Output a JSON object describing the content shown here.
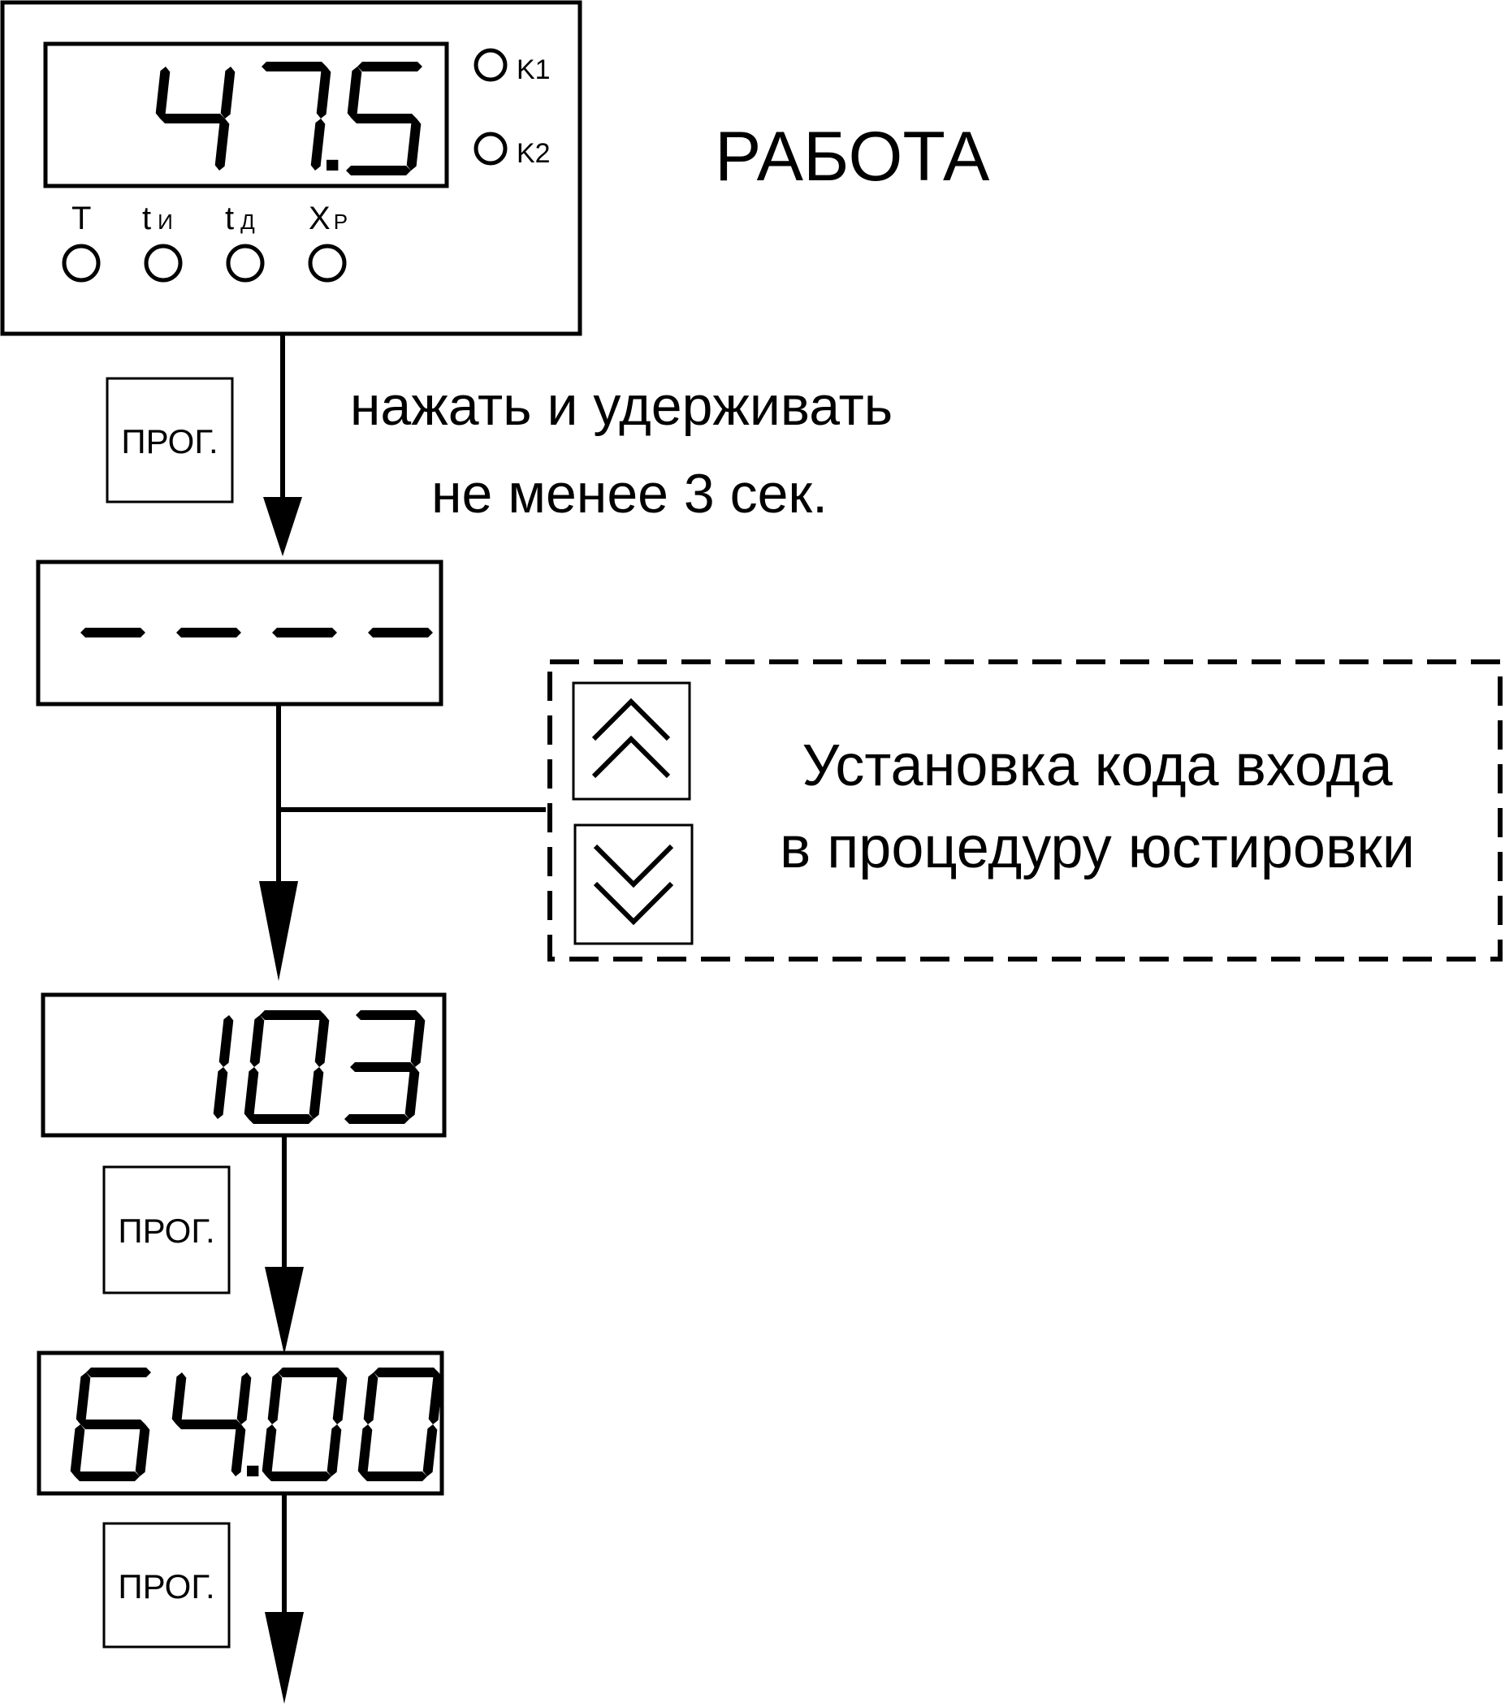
{
  "device": {
    "display": "47.5",
    "indicator_labels": [
      "K1",
      "K2"
    ],
    "led_labels": [
      {
        "main": "T",
        "sub": ""
      },
      {
        "main": "t",
        "sub": "И"
      },
      {
        "main": "t",
        "sub": "Д"
      },
      {
        "main": "X",
        "sub": "Р"
      }
    ]
  },
  "mode_label": "РАБОТА",
  "step1": {
    "button_label": "ПРОГ.",
    "instruction_line1": "нажать и удерживать",
    "instruction_line2": "не менее 3 сек."
  },
  "display_dashes": "----",
  "code_setting": {
    "up_icon": "double-chevron-up-icon",
    "down_icon": "double-chevron-down-icon",
    "description_line1": "Установка кода входа",
    "description_line2": "в процедуру юстировки"
  },
  "display_code": "103",
  "step2": {
    "button_label": "ПРОГ."
  },
  "display_value": "64.00",
  "step3": {
    "button_label": "ПРОГ."
  }
}
